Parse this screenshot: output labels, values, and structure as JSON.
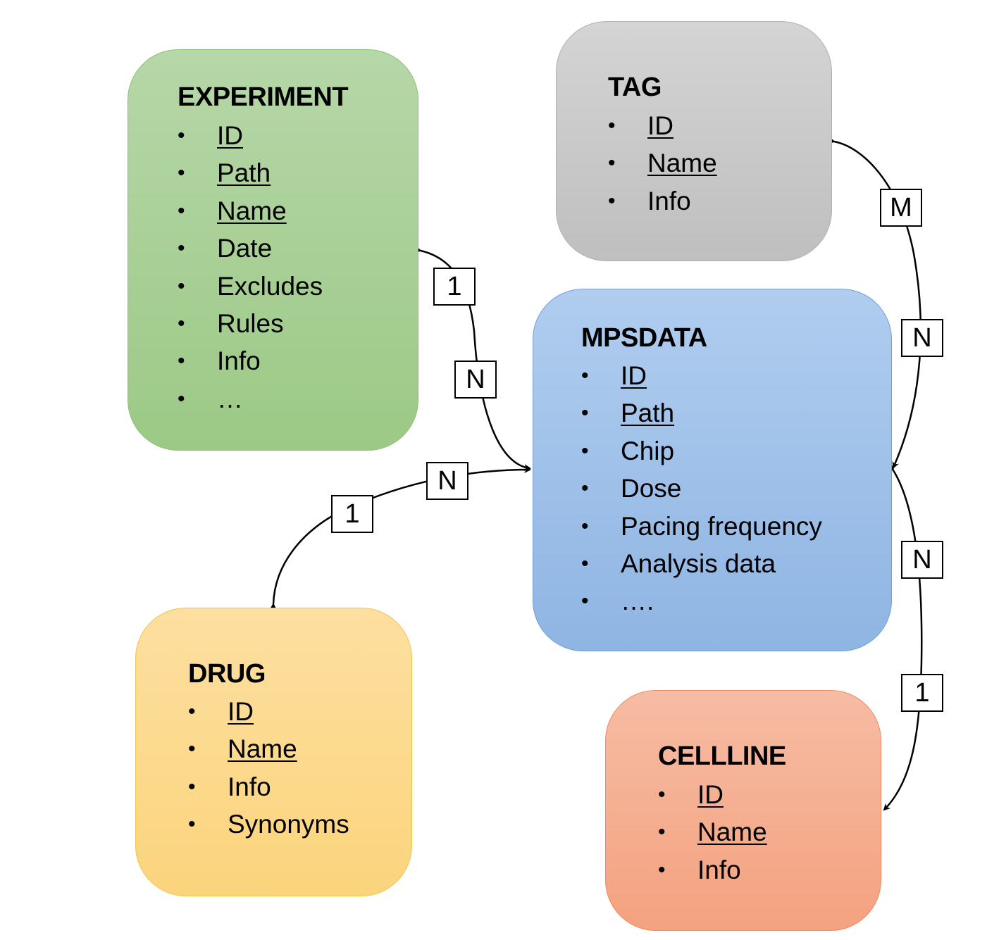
{
  "entities": {
    "experiment": {
      "title": "EXPERIMENT",
      "color": "#a9d18e",
      "fields": [
        {
          "label": "ID",
          "key": true
        },
        {
          "label": "Path",
          "key": true
        },
        {
          "label": "Name",
          "key": true
        },
        {
          "label": "Date",
          "key": false
        },
        {
          "label": "Excludes",
          "key": false
        },
        {
          "label": "Rules",
          "key": false
        },
        {
          "label": "Info",
          "key": false
        },
        {
          "label": "…",
          "key": false
        }
      ]
    },
    "tag": {
      "title": "TAG",
      "color": "#c9c9c9",
      "fields": [
        {
          "label": "ID",
          "key": true
        },
        {
          "label": "Name",
          "key": true
        },
        {
          "label": "Info",
          "key": false
        }
      ]
    },
    "mpsdata": {
      "title": "MPSDATA",
      "color": "#9dc3e6",
      "fields": [
        {
          "label": "ID",
          "key": true
        },
        {
          "label": "Path",
          "key": true
        },
        {
          "label": "Chip",
          "key": false
        },
        {
          "label": "Dose",
          "key": false
        },
        {
          "label": "Pacing frequency",
          "key": false
        },
        {
          "label": "Analysis data",
          "key": false
        },
        {
          "label": "….",
          "key": false
        }
      ]
    },
    "drug": {
      "title": "DRUG",
      "color": "#ffd966",
      "fields": [
        {
          "label": "ID",
          "key": true
        },
        {
          "label": "Name",
          "key": true
        },
        {
          "label": "Info",
          "key": false
        },
        {
          "label": "Synonyms",
          "key": false
        }
      ]
    },
    "cellline": {
      "title": "CELLLINE",
      "color": "#f4b183",
      "fields": [
        {
          "label": "ID",
          "key": true
        },
        {
          "label": "Name",
          "key": true
        },
        {
          "label": "Info",
          "key": false
        }
      ]
    }
  },
  "bullet_glyph": "•",
  "relationships": [
    {
      "between": [
        "experiment",
        "mpsdata"
      ],
      "cardinality": [
        "1",
        "N"
      ]
    },
    {
      "between": [
        "tag",
        "mpsdata"
      ],
      "cardinality": [
        "M",
        "N"
      ]
    },
    {
      "between": [
        "drug",
        "mpsdata"
      ],
      "cardinality": [
        "1",
        "N"
      ]
    },
    {
      "between": [
        "cellline",
        "mpsdata"
      ],
      "cardinality": [
        "1",
        "N"
      ]
    }
  ]
}
